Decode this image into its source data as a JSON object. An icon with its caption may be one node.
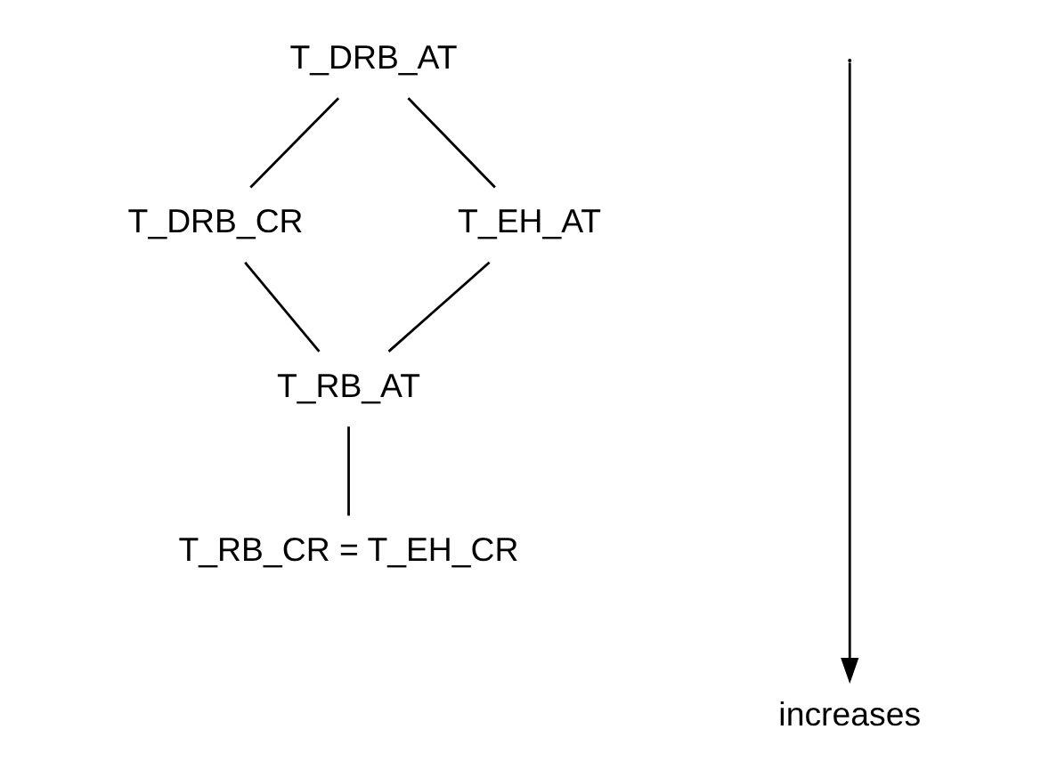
{
  "diagram": {
    "nodes": [
      {
        "text": [
          "T_DRB_AT"
        ]
      },
      {
        "text": [
          "T_DRB_CR"
        ]
      },
      {
        "text": [
          "T_EH_AT"
        ]
      },
      {
        "text": [
          "T_RB_AT"
        ]
      },
      {
        "text": [
          "T_RB_CR = T_EH_CR"
        ]
      },
      {
        "text": [
          "increases"
        ]
      }
    ],
    "edges": [
      {
        "from": 0,
        "to": 1,
        "arrow": "none"
      },
      {
        "from": 0,
        "to": 2,
        "arrow": "none"
      },
      {
        "from": 1,
        "to": 3,
        "arrow": "none"
      },
      {
        "from": 2,
        "to": 3,
        "arrow": "none"
      },
      {
        "from": 3,
        "to": 4,
        "arrow": "none"
      },
      {
        "from": null,
        "to": 5,
        "arrow": "to"
      }
    ]
  }
}
